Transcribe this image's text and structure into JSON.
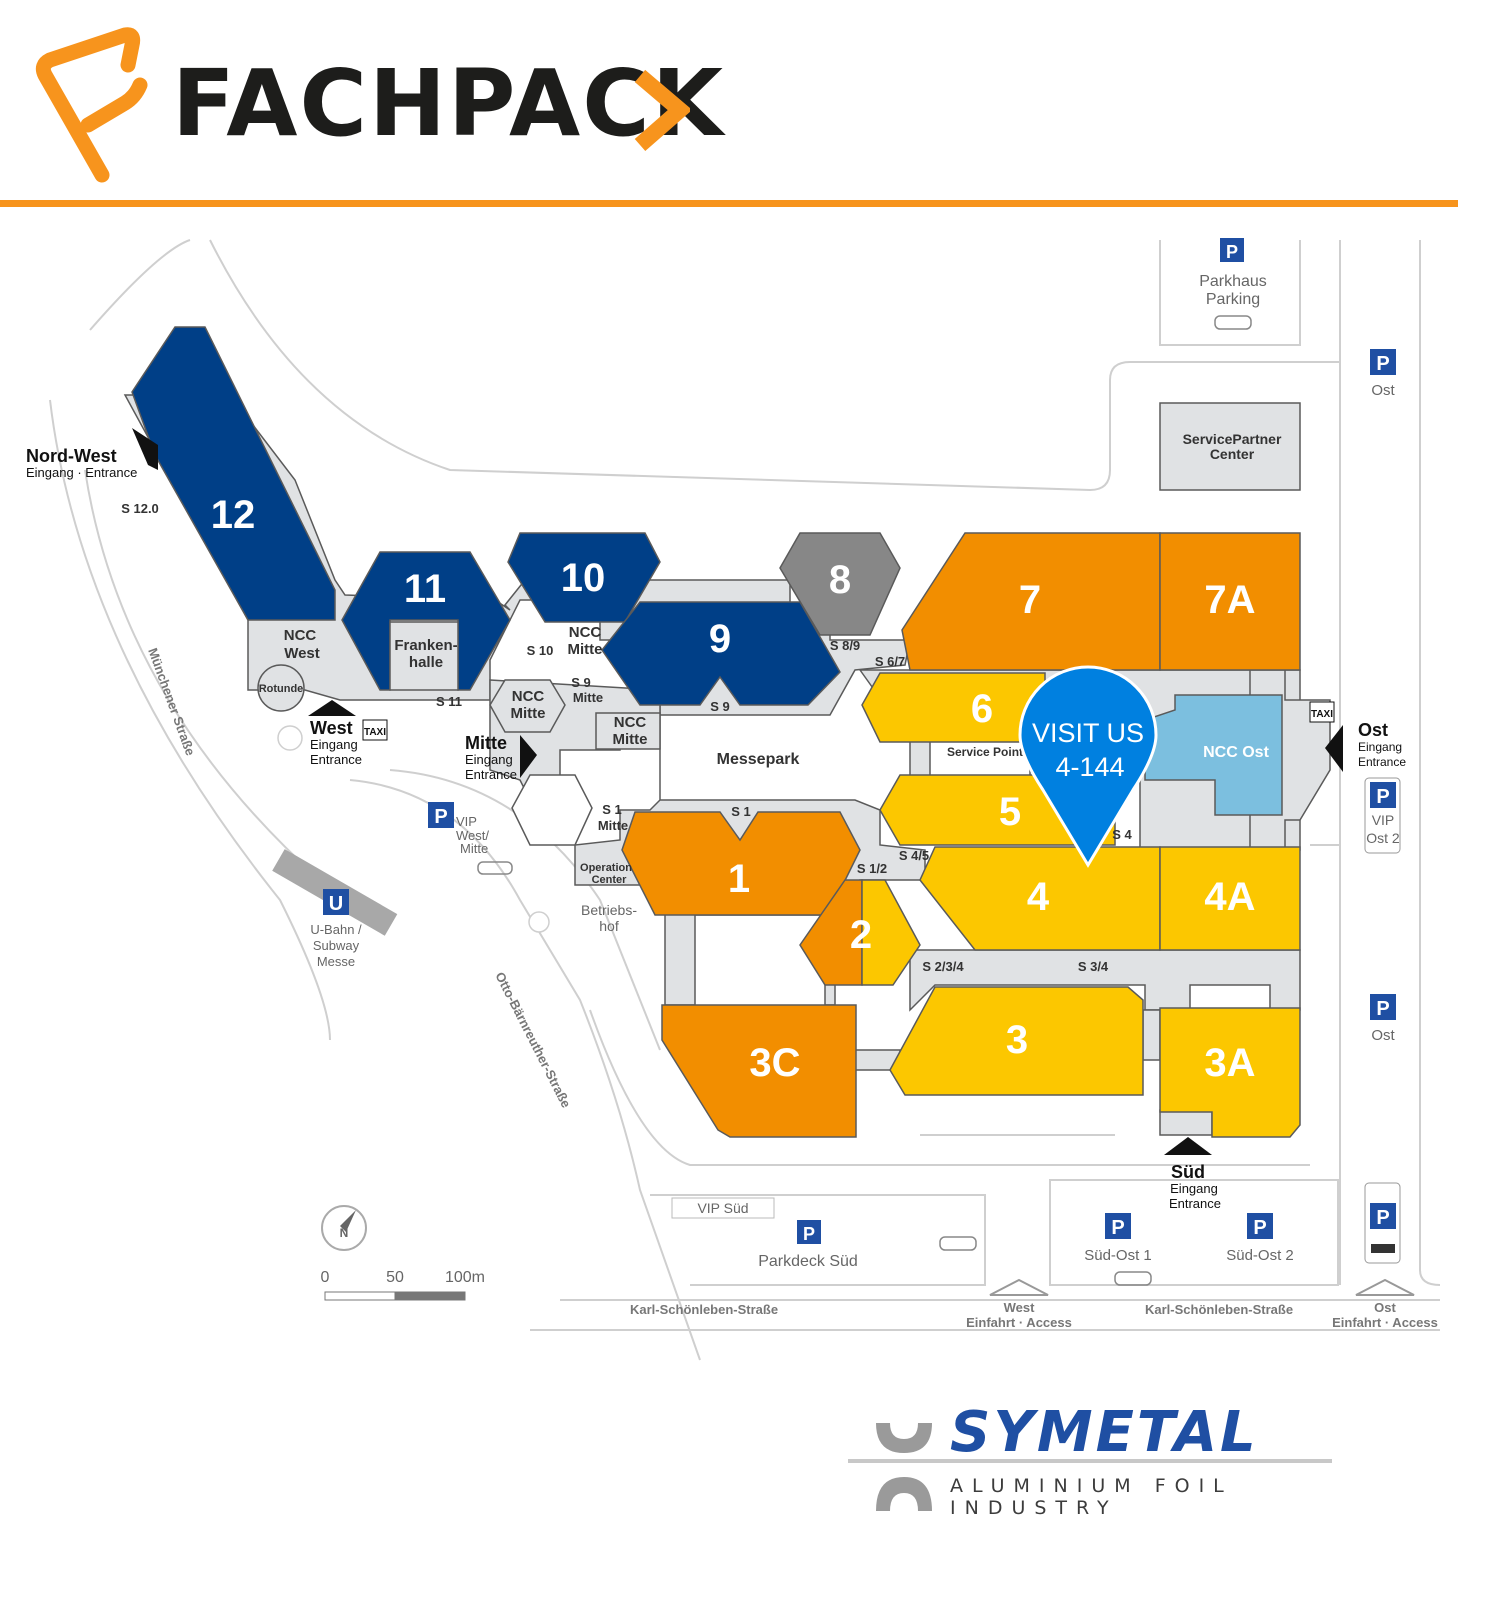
{
  "header": {
    "brand": "FACHPACK"
  },
  "map": {
    "halls": [
      {
        "id": "12",
        "label": "12"
      },
      {
        "id": "11",
        "label": "11"
      },
      {
        "id": "10",
        "label": "10"
      },
      {
        "id": "9",
        "label": "9"
      },
      {
        "id": "8",
        "label": "8"
      },
      {
        "id": "7",
        "label": "7"
      },
      {
        "id": "7A",
        "label": "7A"
      },
      {
        "id": "6",
        "label": "6"
      },
      {
        "id": "5",
        "label": "5"
      },
      {
        "id": "4",
        "label": "4"
      },
      {
        "id": "4A",
        "label": "4A"
      },
      {
        "id": "3",
        "label": "3"
      },
      {
        "id": "3A",
        "label": "3A"
      },
      {
        "id": "3C",
        "label": "3C"
      },
      {
        "id": "1",
        "label": "1"
      },
      {
        "id": "2",
        "label": "2"
      }
    ],
    "buildings": {
      "frankenhalle": [
        "Franken-",
        "halle"
      ],
      "ncc_west": [
        "NCC",
        "West"
      ],
      "ncc_mitte_a": [
        "NCC",
        "Mitte"
      ],
      "ncc_mitte_b": [
        "NCC",
        "Mitte"
      ],
      "ncc_mitte_c": [
        "NCC",
        "Mitte"
      ],
      "ncc_ost": "NCC Ost",
      "rotunde": "Rotunde",
      "service_partner": [
        "ServicePartner",
        "Center"
      ],
      "operation_center": [
        "Operation",
        "Center"
      ],
      "betriebshof": [
        "Betriebs-",
        "hof"
      ],
      "parkhaus": [
        "Parkhaus",
        "Parking"
      ],
      "messepark": "Messepark",
      "service_point": "Service Point"
    },
    "passages": {
      "s12": "S 12.0",
      "s10": "S 10",
      "s11": "S 11",
      "s9_mitte": [
        "S 9",
        "Mitte"
      ],
      "s9": "S 9",
      "s89": "S 8/9",
      "s67": "S 6/7",
      "s1": "S 1",
      "s1_mitte": [
        "S 1",
        "Mitte"
      ],
      "s12b": "S 1/2",
      "s45": "S 4/5",
      "s4": "S 4",
      "s234": "S 2/3/4",
      "s34": "S 3/4"
    },
    "entrances": {
      "nordwest": {
        "title": "Nord-West",
        "sub": "Eingang · Entrance"
      },
      "west": {
        "title": "West",
        "sub1": "Eingang",
        "sub2": "Entrance"
      },
      "mitte": {
        "title": "Mitte",
        "sub1": "Eingang",
        "sub2": "Entrance"
      },
      "ost": {
        "title": "Ost",
        "sub1": "Eingang",
        "sub2": "Entrance"
      },
      "sued": {
        "title": "Süd",
        "sub1": "Eingang",
        "sub2": "Entrance"
      }
    },
    "parking": {
      "ost_a": "Ost",
      "ost_b": "Ost",
      "vip_ost2": [
        "VIP",
        "Ost 2"
      ],
      "vip_west": [
        "VIP",
        "West/",
        "Mitte"
      ],
      "vip_sued": "VIP Süd",
      "parkdeck_sued": "Parkdeck Süd",
      "sued_ost1": "Süd-Ost 1",
      "sued_ost2": "Süd-Ost 2",
      "p_letter": "P",
      "taxi": "TAXI"
    },
    "transit": {
      "u_letter": "U",
      "ubahn": [
        "U-Bahn /",
        "Subway",
        "Messe"
      ]
    },
    "streets": {
      "muenchener": "Münchener Straße",
      "otto": "Otto-Bärnreuther-Straße",
      "karl_a": "Karl-Schönleben-Straße",
      "karl_b": "Karl-Schönleben-Straße",
      "west_access": [
        "West",
        "Einfahrt · Access"
      ],
      "ost_access": [
        "Ost",
        "Einfahrt · Access"
      ]
    },
    "scale": {
      "zero": "0",
      "fifty": "50",
      "hundred": "100m",
      "north": "N"
    },
    "marker": {
      "line1": "VISIT US",
      "line2": "4-144"
    }
  },
  "footer": {
    "company": "SYMETAL",
    "tagline": "ALUMINIUM FOIL INDUSTRY"
  },
  "colors": {
    "orange": "#f28e00",
    "yellow": "#fcc700",
    "navy": "#003f87",
    "gray_hall": "#878787",
    "light_blue": "#7cbfdf",
    "marker_blue": "#0080e0",
    "building": "#e0e2e4",
    "brand_orange": "#f7941d"
  }
}
